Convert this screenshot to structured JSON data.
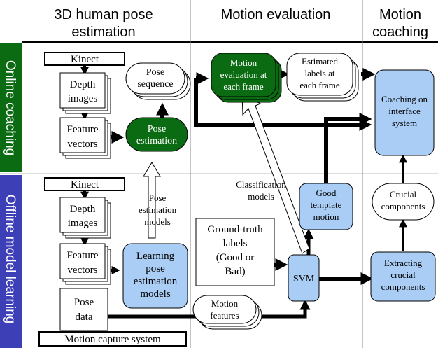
{
  "columns": {
    "pose": [
      "3D human pose",
      "estimation"
    ],
    "evaluation": [
      "Motion evaluation"
    ],
    "coaching": [
      "Motion",
      "coaching"
    ]
  },
  "rows": {
    "online": "Online coaching",
    "offline": "Offline model learning"
  },
  "online": {
    "kinect": "Kinect",
    "depth": [
      "Depth",
      "images"
    ],
    "feature": [
      "Feature",
      "vectors"
    ],
    "pose_estimation": [
      "Pose",
      "estimation"
    ],
    "pose_sequence": [
      "Pose",
      "sequence"
    ],
    "motion_eval": [
      "Motion",
      "evaluation at",
      "each frame"
    ],
    "est_labels": [
      "Estimated",
      "labels at",
      "each frame"
    ],
    "coaching_system": [
      "Coaching on",
      "interface",
      "system"
    ]
  },
  "offline": {
    "kinect": "Kinect",
    "depth": [
      "Depth",
      "images"
    ],
    "feature": [
      "Feature",
      "vectors"
    ],
    "pose_data": [
      "Pose",
      "data"
    ],
    "mocap": "Motion capture system",
    "learning": [
      "Learning",
      "pose",
      "estimation",
      "models"
    ],
    "pose_models": [
      "Pose",
      "estimation",
      "models"
    ],
    "classification": [
      "Classification",
      "models"
    ],
    "ground_truth": [
      "Ground-truth",
      "labels",
      "(Good or",
      "Bad)"
    ],
    "svm": "SVM",
    "good_template": [
      "Good",
      "template",
      "motion"
    ],
    "motion_features": [
      "Motion",
      "features"
    ],
    "crucial": [
      "Crucial",
      "components"
    ],
    "extracting": [
      "Extracting",
      "crucial",
      "components"
    ]
  },
  "colors": {
    "dark_green": "#0b6b12",
    "light_blue": "#a9cdf4",
    "side_blue": "#3d3fb6"
  }
}
